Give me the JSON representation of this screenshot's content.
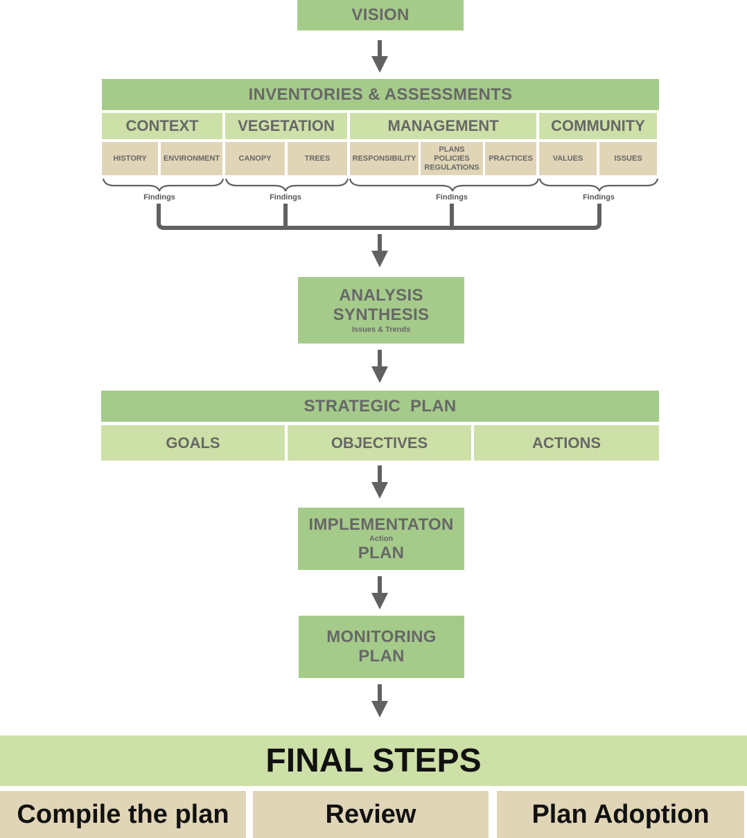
{
  "vision": "VISION",
  "inventories": {
    "title": "INVENTORIES & ASSESSMENTS",
    "categories": [
      {
        "label": "CONTEXT",
        "items": [
          "HISTORY",
          "ENVIRONMENT"
        ]
      },
      {
        "label": "VEGETATION",
        "items": [
          "CANOPY",
          "TREES"
        ]
      },
      {
        "label": "MANAGEMENT",
        "items": [
          "RESPONSIBILITY",
          "PLANS\nPOLICIES\nREGULATIONS",
          "PRACTICES"
        ]
      },
      {
        "label": "COMMUNITY",
        "items": [
          "VALUES",
          "ISSUES"
        ]
      }
    ],
    "findings": [
      "Findings",
      "Findings",
      "Findings",
      "Findings"
    ]
  },
  "analysis": {
    "line1": "ANALYSIS",
    "line2": "SYNTHESIS",
    "note": "Issues & Trends"
  },
  "strategic": {
    "title": "STRATEGIC  PLAN",
    "parts": [
      "GOALS",
      "OBJECTIVES",
      "ACTIONS"
    ]
  },
  "implementation": {
    "line1": "IMPLEMENTATON",
    "note": "Action",
    "line2": "PLAN"
  },
  "monitoring": {
    "line1": "MONITORING",
    "line2": "PLAN"
  },
  "final": {
    "title": "FINAL STEPS",
    "steps": [
      "Compile the plan",
      "Review",
      "Plan Adoption"
    ]
  },
  "colors": {
    "dark_green": "#a5cb8a",
    "light_green": "#cde0a7",
    "tan": "#e1d5b7",
    "text": "#676767",
    "arrow": "#616161"
  }
}
